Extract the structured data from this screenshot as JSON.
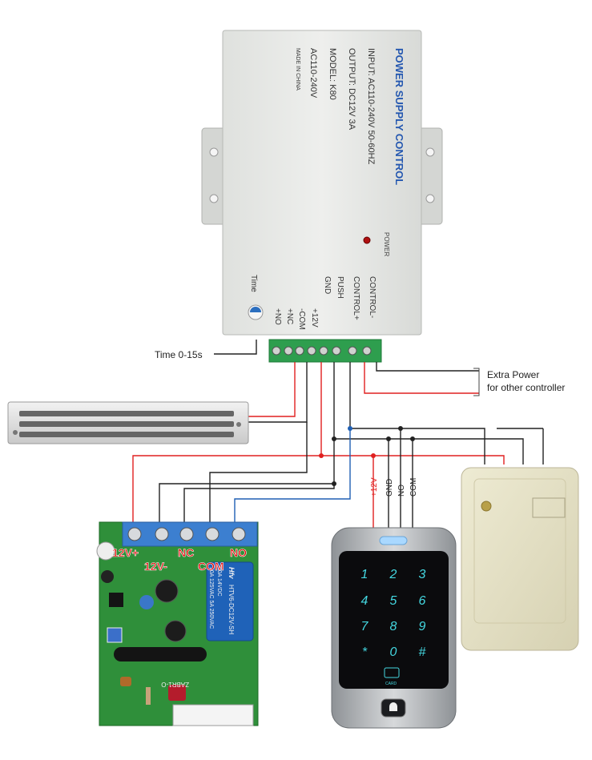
{
  "power_supply": {
    "title": "POWER SUPPLY CONTROL",
    "input": "INPUT: AC110-240V 50-60HZ",
    "output": "OUTPUT: DC12V 3A",
    "model": "MODEL: K80",
    "ac": "AC110-240V",
    "made_in": "MADE IN CHINA",
    "power_led_label": "POWER",
    "time_label": "Time",
    "terminals": [
      "+NO",
      "+NC",
      "-COM",
      "+12V",
      "GND",
      "PUSH",
      "CONTROL+",
      "CONTROL-"
    ]
  },
  "annotations": {
    "time_range": "Time 0-15s",
    "extra_power_line1": "Extra Power",
    "extra_power_line2": "for other controller"
  },
  "keypad": {
    "wire_labels": [
      "+12V",
      "GND",
      "NO",
      "COM"
    ],
    "keys": [
      "1",
      "2",
      "3",
      "4",
      "5",
      "6",
      "7",
      "8",
      "9",
      "*",
      "0",
      "#"
    ],
    "card_label": "CARD"
  },
  "receiver": {
    "terminal_labels": [
      "12V+",
      "12V-",
      "NC",
      "COM",
      "NO"
    ],
    "relay_brand": "Hfv",
    "relay_model": "HTV6-DC12V-SH",
    "relay_rating1": "20A 14VDC",
    "relay_rating2": "10A 125VAC 5A 250VAC",
    "board_text": "ZABR1-O"
  },
  "colors": {
    "wire_red": "#e02020",
    "wire_black": "#222222",
    "wire_blue": "#1e5fb4",
    "terminal_green": "#2e9e4e",
    "pcb_green": "#2f8f3a",
    "terminal_blue": "#3c7fd0",
    "keypad_glow": "#44d7e0",
    "supply_body": "#e9ebe8",
    "reader_body": "#e6e2c6",
    "label_red": "#e00000"
  }
}
